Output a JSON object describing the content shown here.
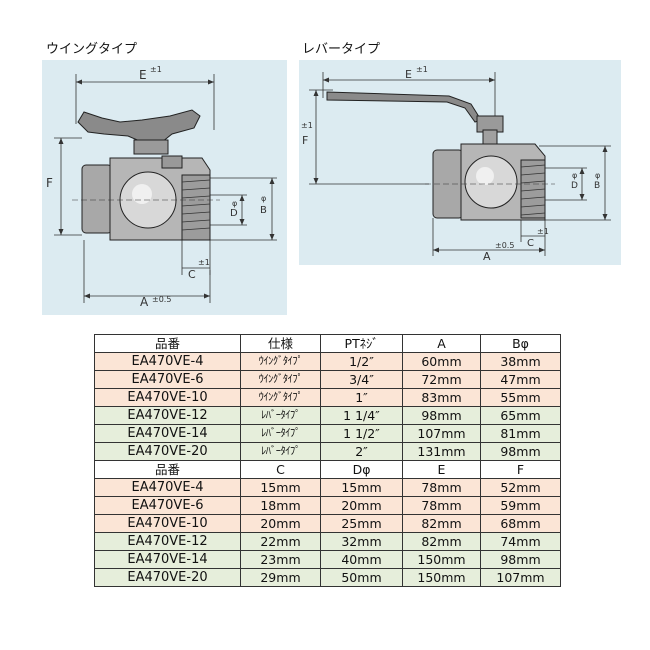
{
  "left_diagram": {
    "caption": "ウイングタイプ",
    "labels": {
      "E": "E",
      "E_tol": "±1",
      "F": "F",
      "A": "A",
      "A_tol": "±0.5",
      "C": "C",
      "C_tol": "±1",
      "D": "D",
      "B": "B",
      "phi": "φ"
    }
  },
  "right_diagram": {
    "caption": "レバータイプ",
    "labels": {
      "E": "E",
      "E_tol": "±1",
      "F": "F",
      "F_tol": "±1",
      "A": "A",
      "A_tol": "±0.5",
      "C": "C",
      "C_tol": "±1",
      "D": "D",
      "B": "B",
      "phi": "φ"
    }
  },
  "table1": {
    "headers": [
      "品番",
      "仕様",
      "PTﾈｼﾞ",
      "A",
      "Bφ"
    ],
    "rows": [
      [
        "EA470VE-4",
        "ｳｲﾝｸﾞﾀｲﾌﾟ",
        "1/2″",
        "60mm",
        "38mm"
      ],
      [
        "EA470VE-6",
        "ｳｲﾝｸﾞﾀｲﾌﾟ",
        "3/4″",
        "72mm",
        "47mm"
      ],
      [
        "EA470VE-10",
        "ｳｲﾝｸﾞﾀｲﾌﾟ",
        "1″",
        "83mm",
        "55mm"
      ],
      [
        "EA470VE-12",
        "ﾚﾊﾞｰﾀｲﾌﾟ",
        "1 1/4″",
        "98mm",
        "65mm"
      ],
      [
        "EA470VE-14",
        "ﾚﾊﾞｰﾀｲﾌﾟ",
        "1 1/2″",
        "107mm",
        "81mm"
      ],
      [
        "EA470VE-20",
        "ﾚﾊﾞｰﾀｲﾌﾟ",
        "2″",
        "131mm",
        "98mm"
      ]
    ]
  },
  "table2": {
    "headers": [
      "品番",
      "C",
      "Dφ",
      "E",
      "F"
    ],
    "rows": [
      [
        "EA470VE-4",
        "15mm",
        "15mm",
        "78mm",
        "52mm"
      ],
      [
        "EA470VE-6",
        "18mm",
        "20mm",
        "78mm",
        "59mm"
      ],
      [
        "EA470VE-10",
        "20mm",
        "25mm",
        "82mm",
        "68mm"
      ],
      [
        "EA470VE-12",
        "22mm",
        "32mm",
        "82mm",
        "74mm"
      ],
      [
        "EA470VE-14",
        "23mm",
        "40mm",
        "150mm",
        "98mm"
      ],
      [
        "EA470VE-20",
        "29mm",
        "50mm",
        "150mm",
        "107mm"
      ]
    ]
  },
  "colors": {
    "panel": "#dcebf1",
    "row_orange": "#fbe5d6",
    "row_green": "#e6eedb"
  }
}
